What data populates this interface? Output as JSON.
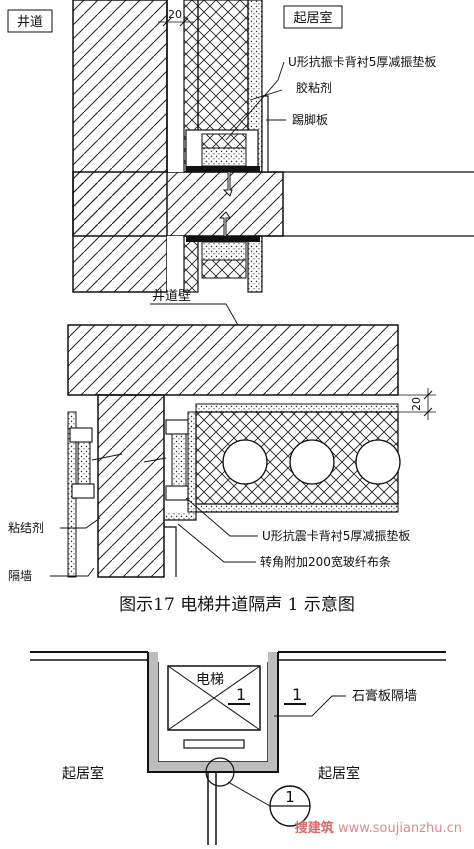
{
  "detail_top": {
    "label_shaft": "井道",
    "label_living": "起居室",
    "dim_gap": "20",
    "callout_pad": "U形抗振卡背衬5厚减振垫板",
    "callout_glue": "胶粘剂",
    "callout_skirting": "踢脚板"
  },
  "detail_mid": {
    "label_shaft_wall": "井道壁",
    "dim_gap": "20",
    "label_adhesive": "粘结剂",
    "label_partition": "隔墙",
    "callout_pad": "U形抗震卡背衬5厚减振垫板",
    "callout_fiber": "转角附加200宽玻纤布条"
  },
  "caption": "图示17 电梯井道隔声 1 示意图",
  "plan": {
    "label_elevator": "电梯",
    "section_mark": "1",
    "label_gypsum": "石膏板隔墙",
    "label_living_left": "起居室",
    "label_living_right": "起居室",
    "detail_index": "1"
  },
  "watermark": {
    "mark": "搜建筑",
    "url": "www.soujianzhu.cn"
  }
}
